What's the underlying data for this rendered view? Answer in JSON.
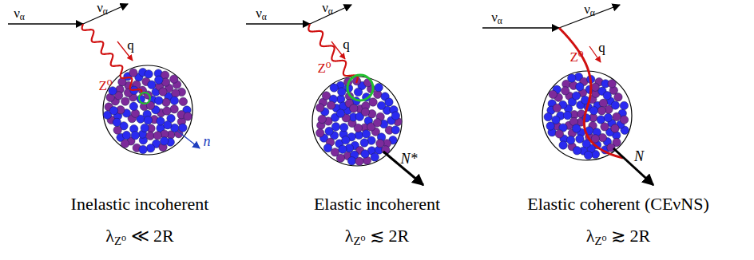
{
  "diagram": {
    "labels": [
      "να",
      "να",
      "q⃗",
      "Z⁰",
      "n",
      "Inelastic incoherent",
      "λZ⁰ ≪ 2R",
      "να",
      "να",
      "q⃗",
      "Z⁰",
      "N*",
      "Elastic incoherent",
      "λZ⁰ ≲ 2R",
      "να",
      "να",
      "q⃗",
      "Z⁰",
      "N",
      "Elastic coherent (CEνNS)",
      "λZ⁰ ≳ 2R"
    ]
  }
}
